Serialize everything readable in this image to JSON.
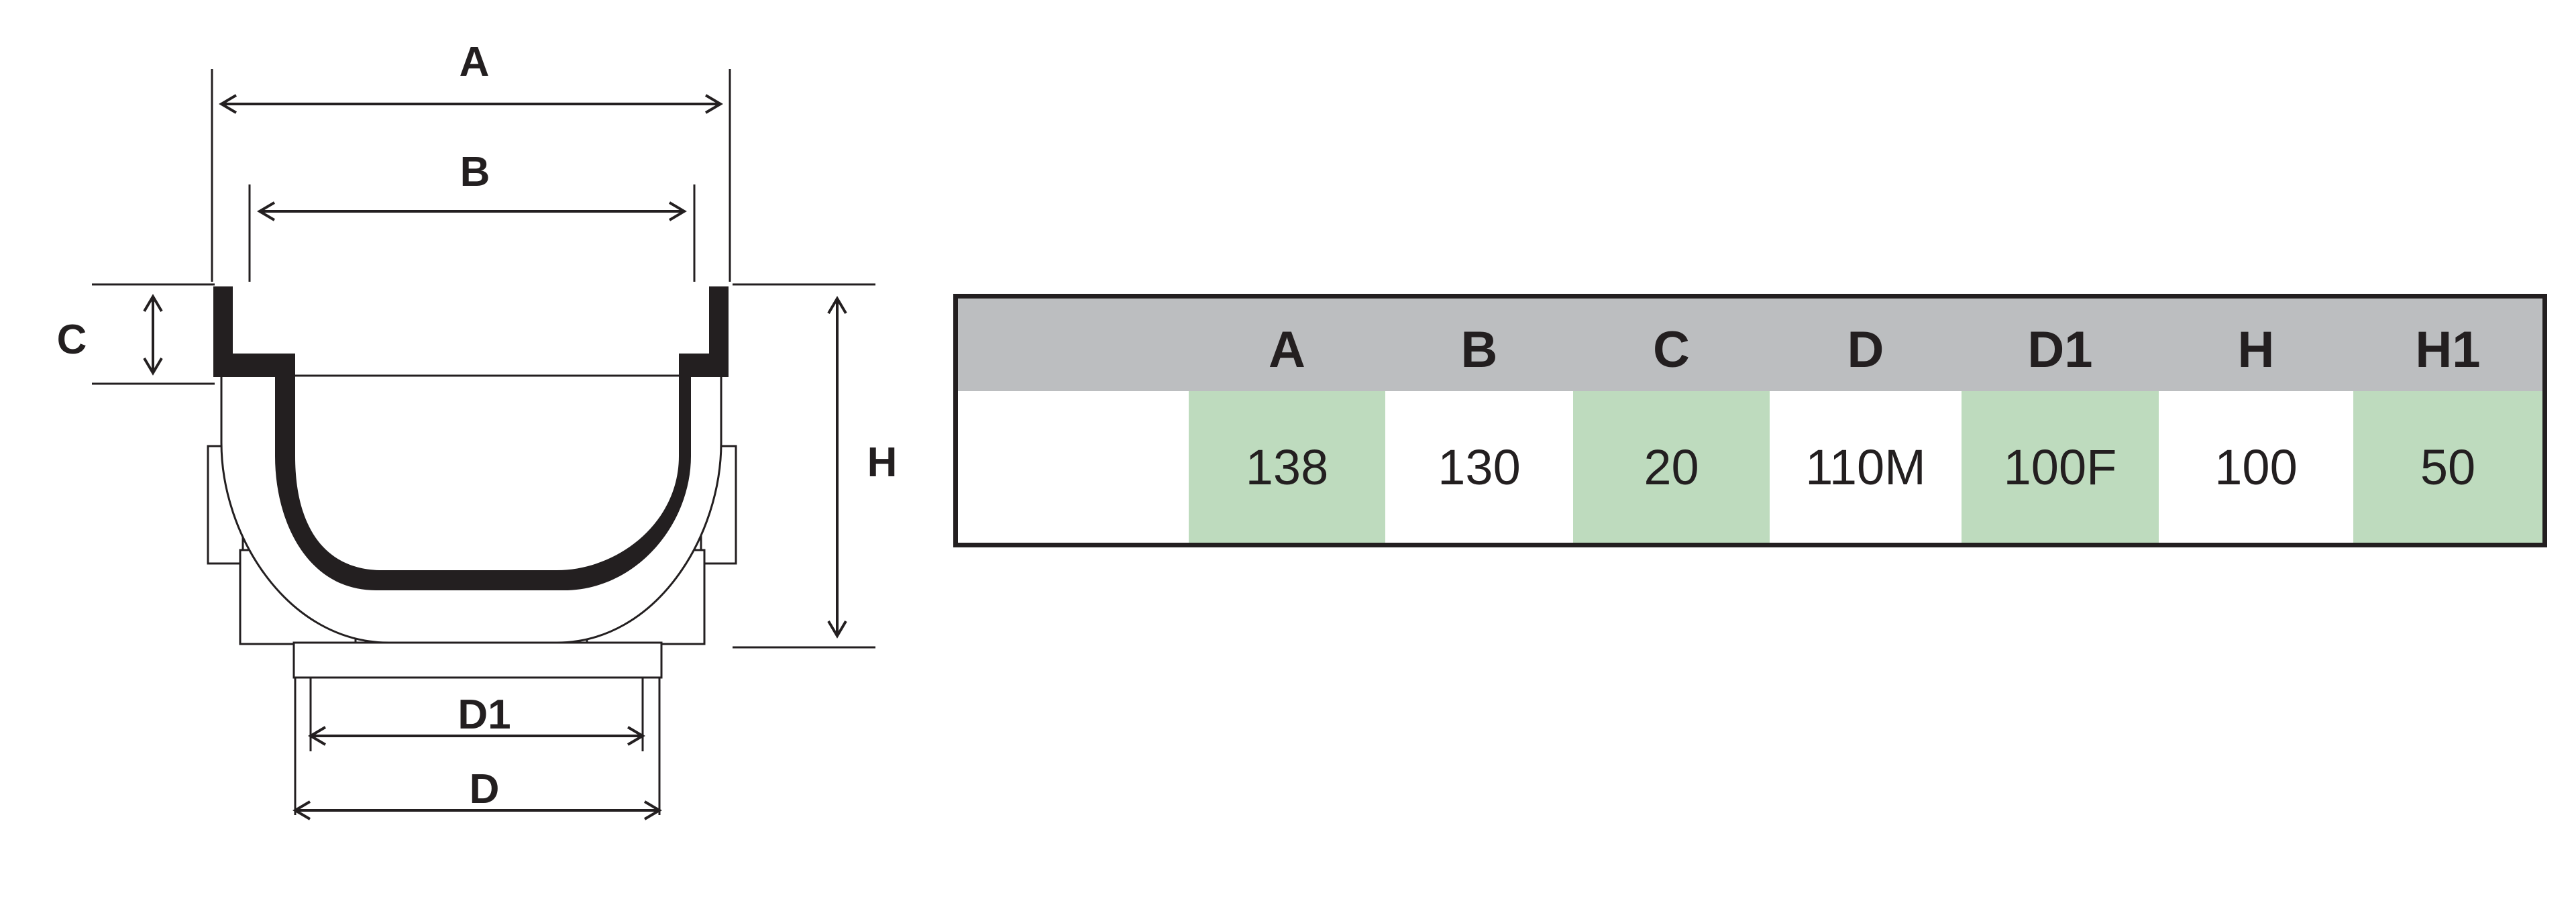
{
  "diagram": {
    "labels": {
      "A": "A",
      "B": "B",
      "C": "C",
      "H": "H",
      "D1": "D1",
      "D": "D"
    }
  },
  "table": {
    "headers": [
      "",
      "A",
      "B",
      "C",
      "D",
      "D1",
      "H",
      "H1"
    ],
    "values": [
      "",
      "138",
      "130",
      "20",
      "110M",
      "100F",
      "100",
      "50"
    ],
    "highlight_color": "#bedbbe",
    "header_color": "#bcbec0"
  }
}
